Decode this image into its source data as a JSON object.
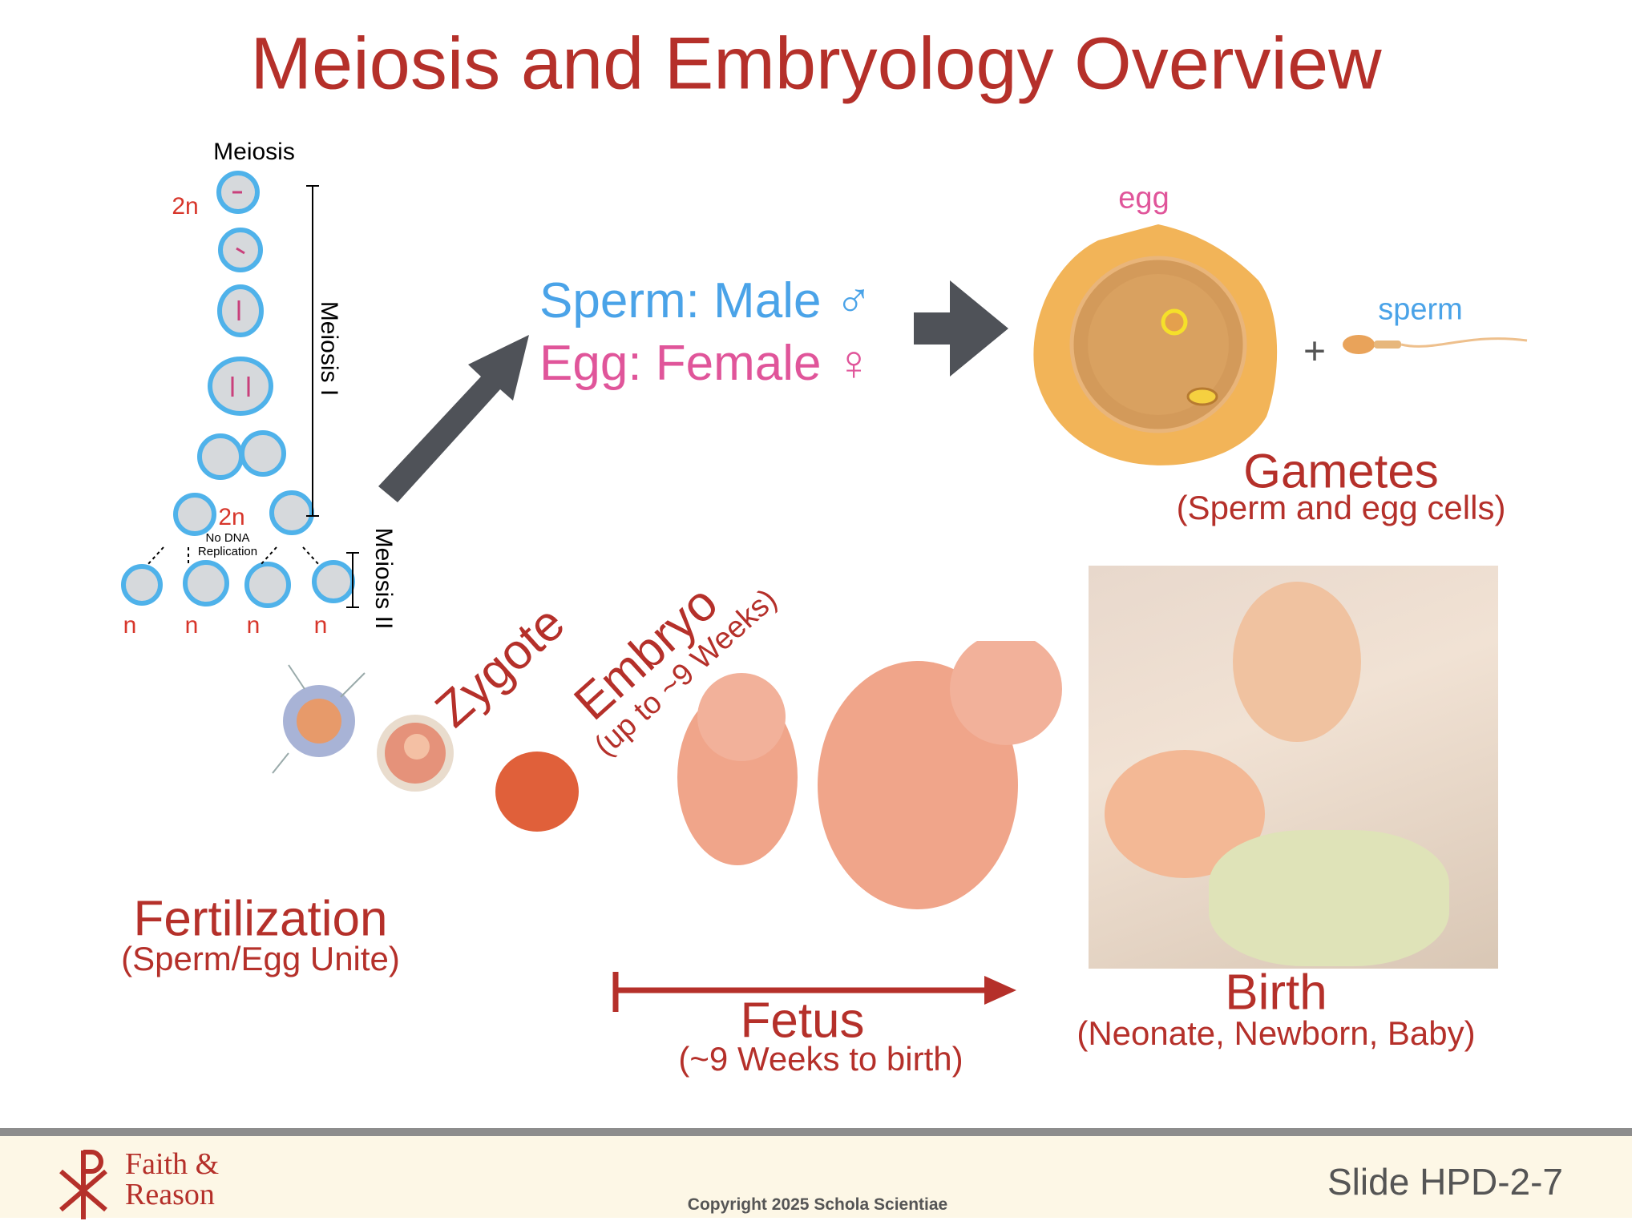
{
  "title": "Meiosis and Embryology Overview",
  "meiosis": {
    "heading": "Meiosis",
    "ploidy_top": "2n",
    "ploidy_mid": "2n",
    "meiosis1": "Meiosis I",
    "meiosis2": "Meiosis II",
    "no_dna": "No DNA",
    "replication": "Replication",
    "haploid": [
      "n",
      "n",
      "n",
      "n"
    ]
  },
  "gametes_key": {
    "sperm": "Sperm: Male",
    "male_symbol": "♂",
    "egg": "Egg: Female",
    "female_symbol": "♀"
  },
  "gametes": {
    "egg_label": "egg",
    "plus": "+",
    "sperm_label": "sperm",
    "title": "Gametes",
    "subtitle": "(Sperm and egg cells)"
  },
  "stages": {
    "zygote": "Zygote",
    "embryo": "Embryo",
    "embryo_sub": "(up to ~9 Weeks)",
    "fertilization": "Fertilization",
    "fertilization_sub": "(Sperm/Egg Unite)",
    "fetus": "Fetus",
    "fetus_sub": "(~9 Weeks to birth)",
    "birth": "Birth",
    "birth_sub": "(Neonate, Newborn, Baby)"
  },
  "footer": {
    "logo_line1": "Faith &",
    "logo_line2": "Reason",
    "copyright": "Copyright 2025 Schola Scientiae",
    "slide_id": "Slide HPD-2-7"
  },
  "colors": {
    "red": "#b5302a",
    "blue": "#4aa3e8",
    "pink": "#e0559a",
    "arrow": "#4f5258",
    "footer_bg": "#fdf7e6"
  }
}
